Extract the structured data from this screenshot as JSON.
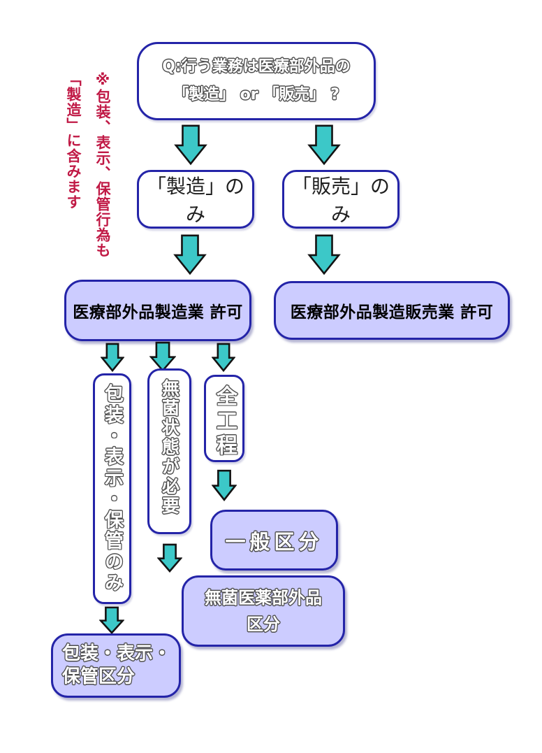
{
  "colors": {
    "border-blue": "#2424a8",
    "lavender": "#ccccff",
    "teal": "#3cc8c8",
    "red": "#c01945",
    "outline-gray": "#4d4d4d"
  },
  "diagram": {
    "question": {
      "line1": "Q:行う業務は医療部外品の",
      "line2": "「製造」 or 「販売」 ?"
    },
    "side_note": {
      "line1": "※包装、表示、保管行為も",
      "line2": "「製造」に含みます"
    },
    "manufacture_only": "「製造」のみ",
    "sell_only": "「販売」のみ",
    "manufacture_license": "医療部外品製造業 許可",
    "marketing_license": "医療部外品製造販売業 許可",
    "packaging_only": "包装・表示・保管のみ",
    "sterile_required": "無菌状態が必要",
    "all_processes": "全工程",
    "general_category": "一般区分",
    "sterile_category": {
      "line1": "無菌医薬部外品",
      "line2": "区分"
    },
    "packaging_category": {
      "line1": "包装・表示・",
      "line2": "保管区分"
    }
  }
}
